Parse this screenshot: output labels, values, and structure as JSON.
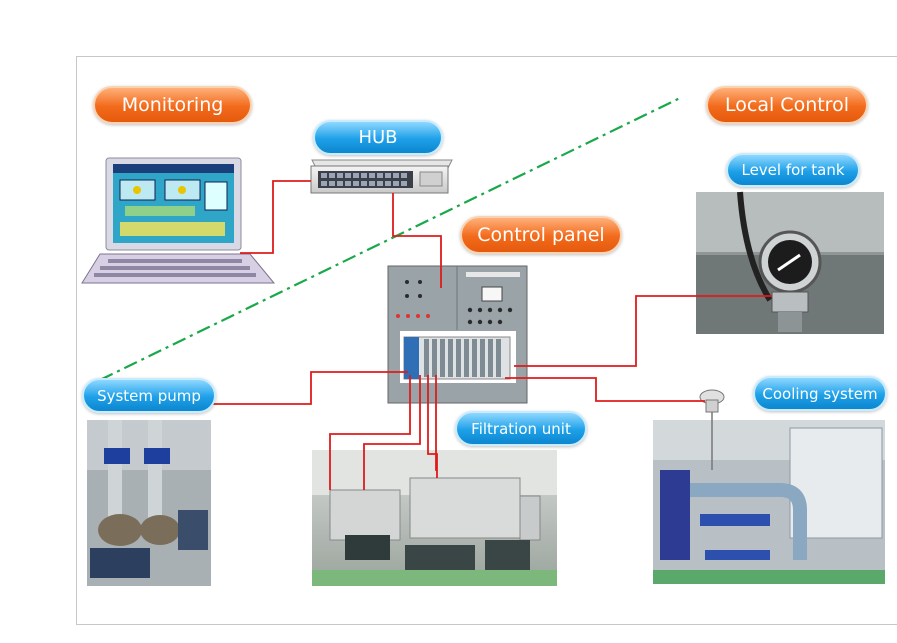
{
  "labels": {
    "monitoring": "Monitoring",
    "hub": "HUB",
    "local_control": "Local Control",
    "level_for_tank": "Level for tank",
    "control_panel": "Control panel",
    "system_pump": "System pump",
    "filtration_unit": "Filtration unit",
    "cooling_system": "Cooling system"
  },
  "colors": {
    "wire": "#e01b1b",
    "divider": "#1aa84a",
    "orange_label": "#f26a1b",
    "blue_label": "#1ea0e8"
  }
}
